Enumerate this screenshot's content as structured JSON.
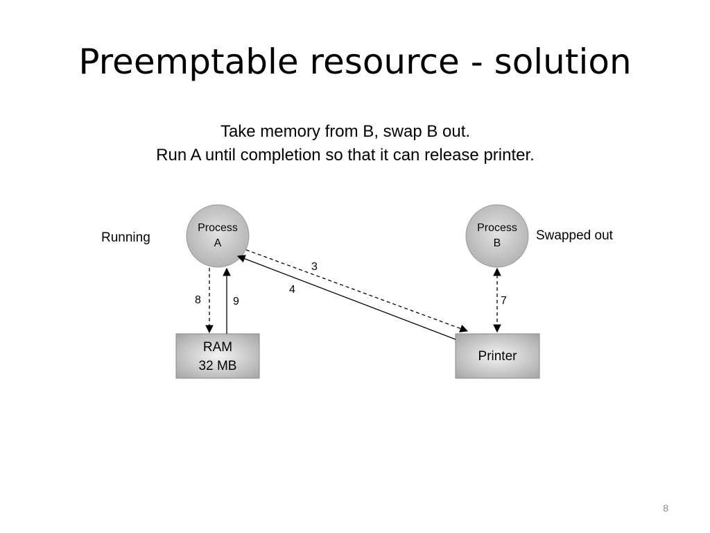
{
  "slide": {
    "title": "Preemptable resource - solution",
    "subtitle_line1": "Take memory from B, swap B out.",
    "subtitle_line2": "Run A until completion so that it can release printer.",
    "page_number": "8"
  },
  "diagram": {
    "process_a": {
      "line1": "Process",
      "line2": "A",
      "state": "Running"
    },
    "process_b": {
      "line1": "Process",
      "line2": "B",
      "state": "Swapped out"
    },
    "ram": {
      "line1": "RAM",
      "line2": "32 MB"
    },
    "printer": {
      "label": "Printer"
    },
    "edges": {
      "e3": "3",
      "e4": "4",
      "e7": "7",
      "e8": "8",
      "e9": "9"
    }
  }
}
